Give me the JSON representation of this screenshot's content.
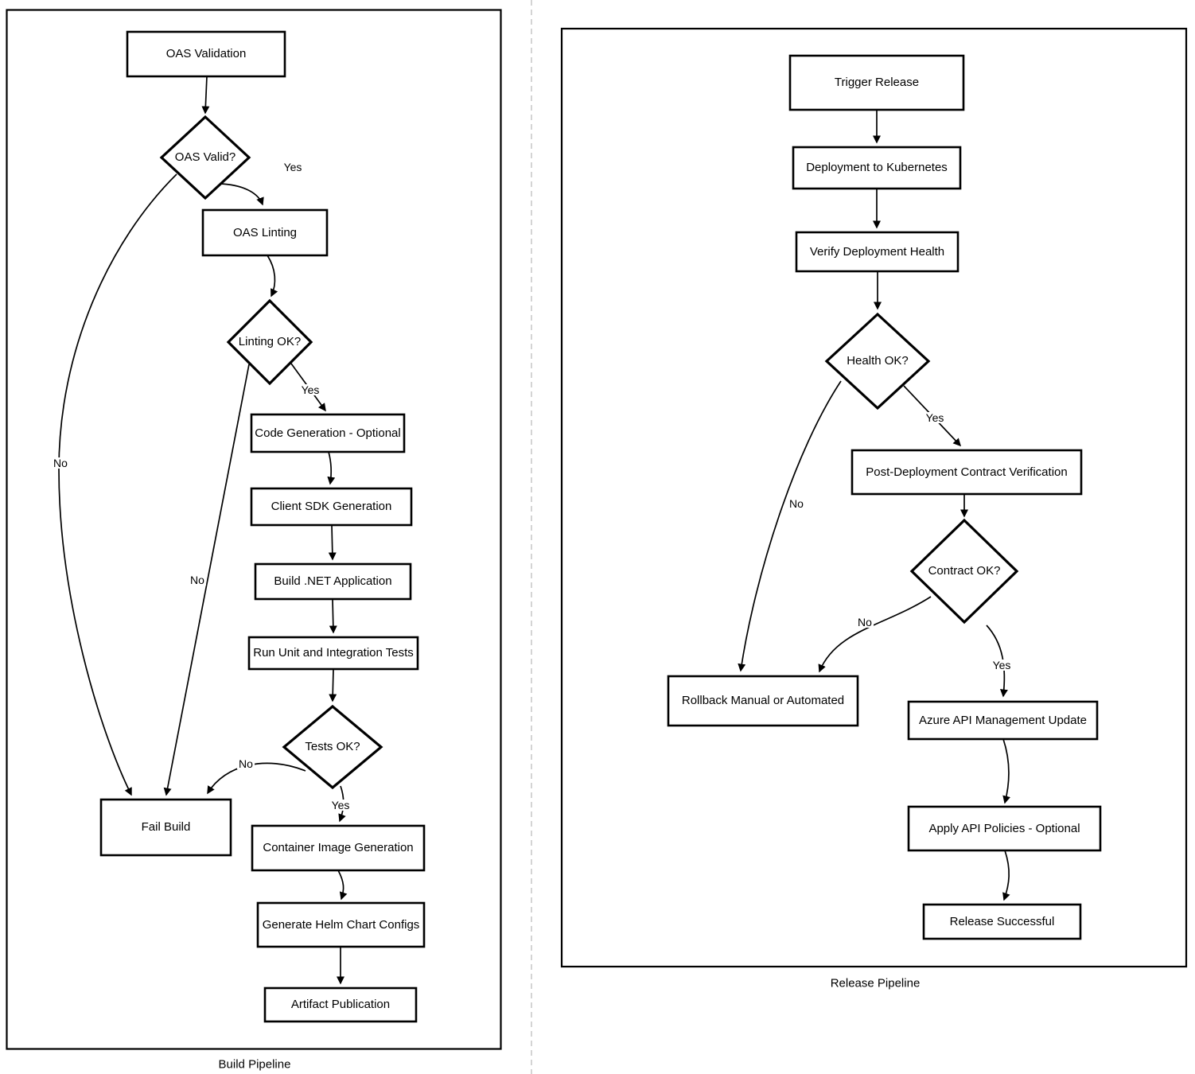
{
  "diagram": {
    "build": {
      "title": "Build Pipeline",
      "nodes": {
        "oas_validation": "OAS Validation",
        "oas_valid": "OAS Valid?",
        "oas_linting": "OAS Linting",
        "linting_ok": "Linting OK?",
        "code_generation": "Code Generation - Optional",
        "client_sdk": "Client SDK Generation",
        "build_dotnet": "Build .NET Application",
        "run_tests": "Run Unit and Integration Tests",
        "tests_ok": "Tests OK?",
        "fail_build": "Fail Build",
        "container_image": "Container Image Generation",
        "helm_configs": "Generate Helm Chart Configs",
        "artifact_publication": "Artifact Publication"
      },
      "labels": {
        "oas_valid_yes": "Yes",
        "oas_valid_no": "No",
        "linting_yes": "Yes",
        "linting_no": "No",
        "tests_yes": "Yes",
        "tests_no": "No"
      }
    },
    "release": {
      "title": "Release Pipeline",
      "nodes": {
        "trigger_release": "Trigger Release",
        "deploy_k8s": "Deployment to Kubernetes",
        "verify_health": "Verify Deployment Health",
        "health_ok": "Health OK?",
        "contract_verification": "Post-Deployment Contract Verification",
        "contract_ok": "Contract OK?",
        "rollback": "Rollback Manual or Automated",
        "apim_update": "Azure API Management Update",
        "api_policies": "Apply API Policies - Optional",
        "release_successful": "Release Successful"
      },
      "labels": {
        "health_yes": "Yes",
        "health_no": "No",
        "contract_no": "No",
        "contract_yes": "Yes"
      }
    },
    "colors": {
      "stroke": "#000000",
      "fill": "#ffffff",
      "divider": "#c9c9c9"
    }
  }
}
